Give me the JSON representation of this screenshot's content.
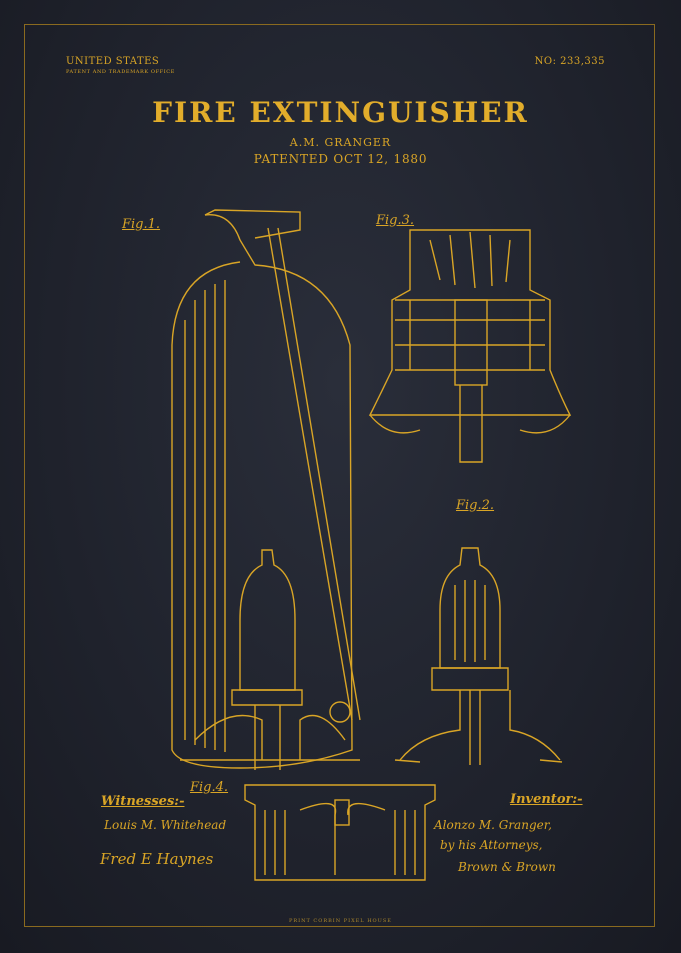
{
  "header": {
    "country": "UNITED STATES",
    "office": "PATENT AND TRADEMARK OFFICE",
    "patent_number": "NO: 233,335"
  },
  "title": "FIRE EXTINGUISHER",
  "inventor": "A.M. GRANGER",
  "patented": "PATENTED OCT 12, 1880",
  "figures": {
    "fig1": "Fig.1.",
    "fig2": "Fig.2.",
    "fig3": "Fig.3.",
    "fig4": "Fig.4."
  },
  "witnesses": {
    "label": "Witnesses:-",
    "sig1": "Louis M. Whitehead",
    "sig2": "Fred E Haynes"
  },
  "inventor_block": {
    "label": "Inventor:-",
    "sig1": "Alonzo M. Granger,",
    "sig2": "by his Attorneys,",
    "sig3": "Brown & Brown"
  },
  "footer": "PRINT  CORBIN PIXEL HOUSE",
  "colors": {
    "background": "#1e212b",
    "ink": "#d9a526"
  }
}
